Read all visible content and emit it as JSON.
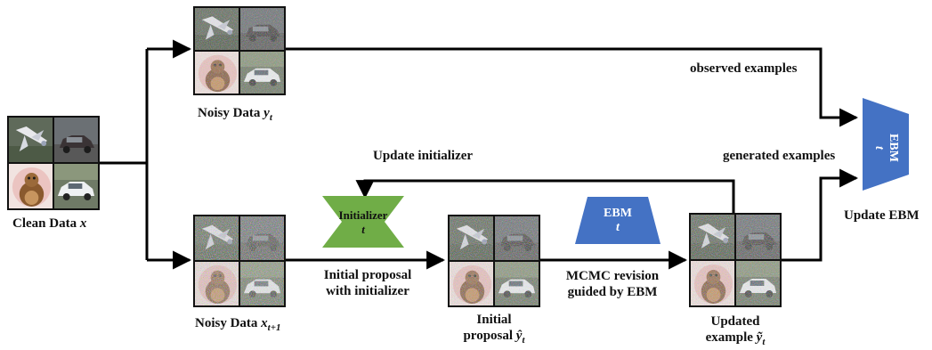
{
  "colors": {
    "ebm_blue": "#4472c4",
    "initializer_green": "#70ad47",
    "arrow": "#000000"
  },
  "image_tiles": [
    "airplane-image",
    "car-image",
    "marmot-image",
    "white-car-image"
  ],
  "labels": {
    "clean_data": "Clean Data",
    "clean_data_var": "x",
    "noisy_y": "Noisy Data",
    "noisy_y_var": "y",
    "noisy_y_sub": "t",
    "noisy_x": "Noisy Data",
    "noisy_x_var": "x",
    "noisy_x_sub": "t+1",
    "initial_proposal_line1": "Initial",
    "initial_proposal_line2": "proposal",
    "initial_proposal_var": "ŷ",
    "initial_proposal_sub": "t",
    "updated_line1": "Updated",
    "updated_line2": "example",
    "updated_var": "ỹ",
    "updated_sub": "t",
    "observed_examples": "observed examples",
    "generated_examples": "generated examples",
    "update_initializer": "Update initializer",
    "update_ebm": "Update EBM",
    "initial_proposal_with_init_1": "Initial proposal",
    "initial_proposal_with_init_2": "with initializer",
    "mcmc_1": "MCMC revision",
    "mcmc_2": "guided by EBM"
  },
  "shapes": {
    "initializer_name": "Initializer",
    "initializer_t": "t",
    "ebm_mid_name": "EBM",
    "ebm_mid_t": "t",
    "ebm_right_name": "EBM",
    "ebm_right_t": "t"
  }
}
